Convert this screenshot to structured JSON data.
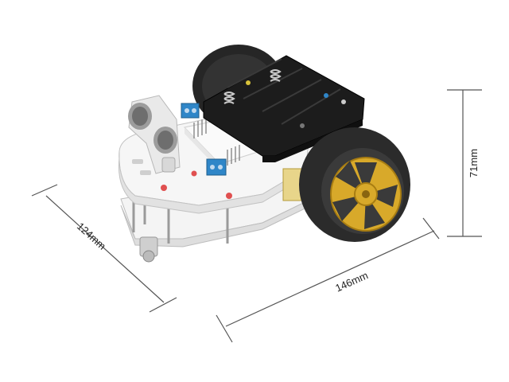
{
  "dimensions": {
    "width_label": "146mm",
    "depth_label": "124mm",
    "height_label": "71mm"
  },
  "colors": {
    "dimension_line": "#555555",
    "tire": "#2b2b2b",
    "hub": "#d8a92a",
    "chassis": "#f2f2f2",
    "battery_holder": "#1c1c1c",
    "terminal_block": "#2f86c8",
    "spring": "#c9c9c9"
  },
  "icons": [
    "robot-car-illustration",
    "ultrasonic-sensor-icon",
    "wheel-icon",
    "battery-holder-icon"
  ]
}
